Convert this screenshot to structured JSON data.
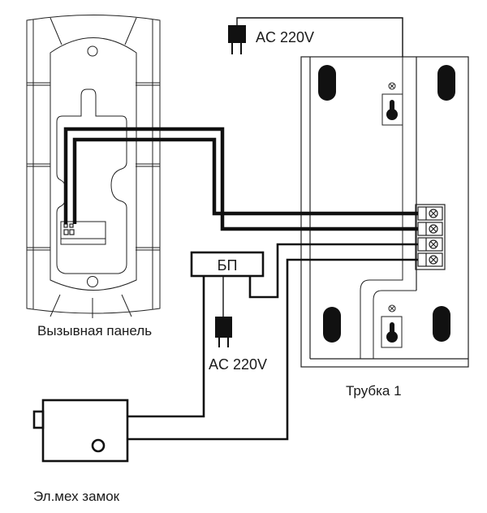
{
  "labels": {
    "call_panel": "Вызывная панель",
    "handset": "Трубка 1",
    "lock": "Эл.мех замок",
    "power_supply": "БП",
    "ac_top": "AC 220V",
    "ac_bottom": "AC 220V"
  },
  "components": [
    {
      "id": "call-panel",
      "name": "Вызывная панель",
      "type": "outdoor call panel"
    },
    {
      "id": "handset-1",
      "name": "Трубка 1",
      "type": "indoor monitor/handset",
      "terminals": 4
    },
    {
      "id": "power-supply",
      "name": "БП",
      "type": "power supply unit"
    },
    {
      "id": "lock",
      "name": "Эл.мех замок",
      "type": "electromechanical lock"
    },
    {
      "id": "plug-top",
      "name": "AC 220V",
      "type": "mains plug"
    },
    {
      "id": "plug-bottom",
      "name": "AC 220V",
      "type": "mains plug"
    }
  ],
  "connections": [
    {
      "from": "call-panel",
      "to": "handset-1 terminal 1",
      "wire": "thick"
    },
    {
      "from": "call-panel",
      "to": "handset-1 terminal 2",
      "wire": "thick"
    },
    {
      "from": "power-supply",
      "to": "handset-1 terminal 3",
      "wire": "medium"
    },
    {
      "from": "lock",
      "to": "handset-1 terminal 4",
      "wire": "medium"
    },
    {
      "from": "power-supply",
      "to": "lock",
      "wire": "medium"
    },
    {
      "from": "plug-bottom",
      "to": "power-supply",
      "wire": "thin"
    },
    {
      "from": "plug-top",
      "to": "handset-1",
      "wire": "thin"
    }
  ],
  "colors": {
    "line": "#111111",
    "label": "#1a1a1a",
    "background": "#ffffff"
  }
}
